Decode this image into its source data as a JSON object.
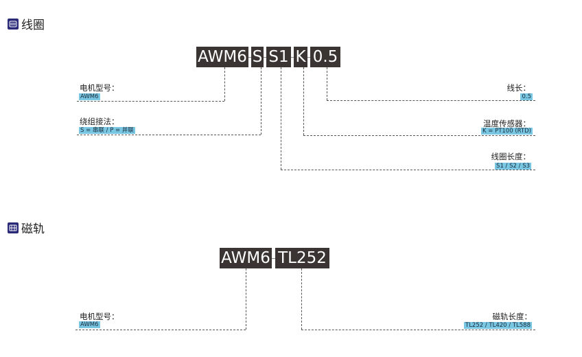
{
  "coil": {
    "title": "线圈",
    "icon": "coil-icon",
    "codes": [
      "AWM6",
      "S",
      "S1",
      "K",
      "0.5"
    ],
    "labels": {
      "motor_model": {
        "title": "电机型号：",
        "value": "AWM6"
      },
      "winding": {
        "title": "绕组接法：",
        "value": "S = 串联 / P = 并联"
      },
      "wire_length": {
        "title": "线长：",
        "value": "0.5"
      },
      "temp_sensor": {
        "title": "温度传感器：",
        "value": "K = PT100 (RTD)"
      },
      "coil_length": {
        "title": "线圈长度：",
        "value": "S1 / S2 / S3"
      }
    }
  },
  "rail": {
    "title": "磁轨",
    "icon": "rail-icon",
    "codes": [
      "AWM6",
      "TL252"
    ],
    "labels": {
      "motor_model": {
        "title": "电机型号：",
        "value": "AWM6"
      },
      "rail_length": {
        "title": "磁轨长度：",
        "value": "TL252 / TL420 / TL588"
      }
    }
  },
  "colors": {
    "accent": "#2b2a78",
    "code_bg": "#3a3433",
    "tag_bg": "#79c7e3"
  }
}
